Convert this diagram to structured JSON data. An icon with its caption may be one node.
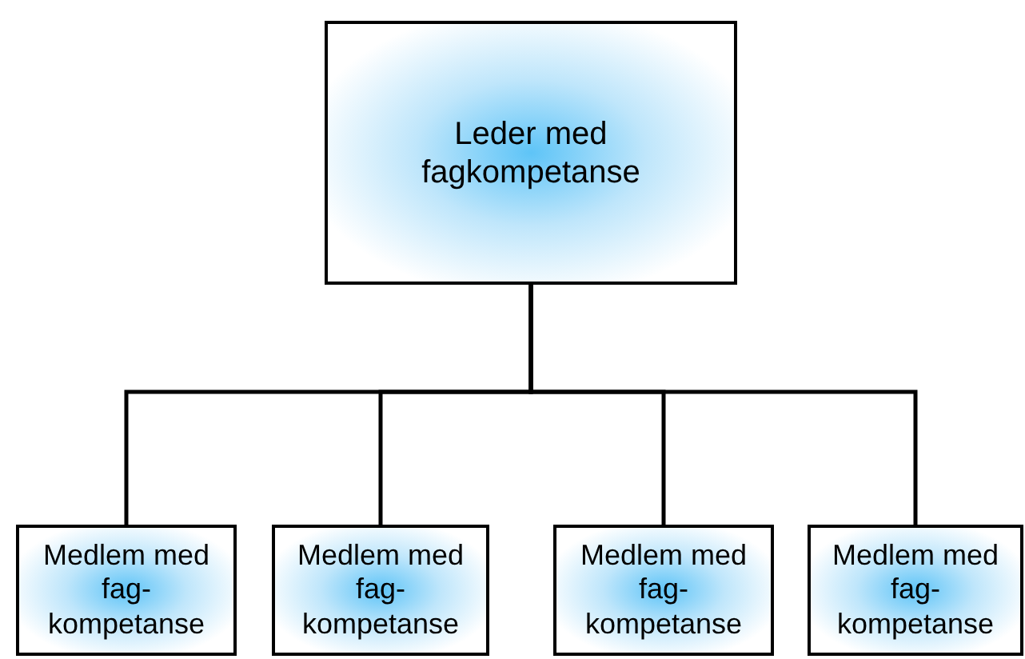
{
  "diagram": {
    "nodes": [
      {
        "text": [
          "Leder med fagkompetanse"
        ]
      },
      {
        "text": [
          "Medlem med fag- kompetanse"
        ]
      },
      {
        "text": [
          "Medlem med fag- kompetanse"
        ]
      },
      {
        "text": [
          "Medlem med fag- kompetanse"
        ]
      },
      {
        "text": [
          "Medlem med fag- kompetanse"
        ]
      }
    ],
    "edges": [
      {
        "from": 0,
        "to": 1,
        "arrow": "none"
      },
      {
        "from": 0,
        "to": 2,
        "arrow": "none"
      },
      {
        "from": 0,
        "to": 3,
        "arrow": "none"
      },
      {
        "from": 0,
        "to": 4,
        "arrow": "none"
      }
    ]
  }
}
